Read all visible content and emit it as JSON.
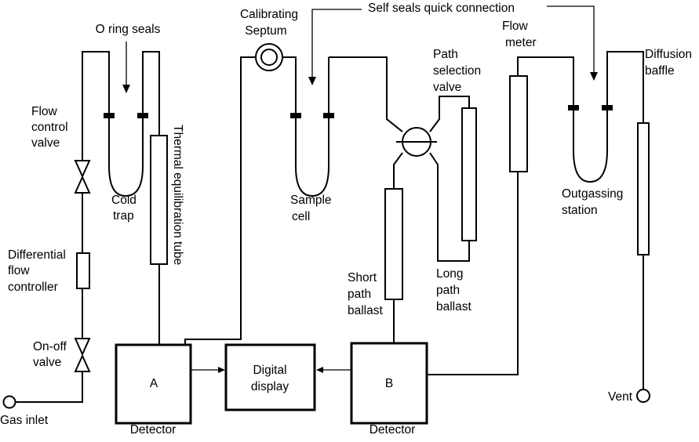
{
  "labels": {
    "o_ring_seals": "O ring seals",
    "flow_control_valve": [
      "Flow",
      "control",
      "valve"
    ],
    "cold_trap": [
      "Cold",
      "trap"
    ],
    "thermal_tube": "Thermal equilibration tube",
    "differential_flow_controller": [
      "Differential",
      "flow",
      "controller"
    ],
    "on_off_valve": [
      "On-off",
      "valve"
    ],
    "gas_inlet": "Gas inlet",
    "calibrating_septum": [
      "Calibrating",
      "Septum"
    ],
    "self_seals": "Self seals quick connection",
    "path_selection_valve": [
      "Path",
      "selection",
      "valve"
    ],
    "sample_cell": [
      "Sample",
      "cell"
    ],
    "flow_meter": [
      "Flow",
      "meter"
    ],
    "diffusion_baffle": [
      "Diffusion",
      "baffle"
    ],
    "outgassing_station": [
      "Outgassing",
      "station"
    ],
    "short_path_ballast": [
      "Short",
      "path",
      "ballast"
    ],
    "long_path_ballast": [
      "Long",
      "path",
      "ballast"
    ],
    "vent": "Vent"
  },
  "boxes": {
    "detector_a": {
      "letter": "A",
      "caption": "Detector"
    },
    "digital_display": [
      "Digital",
      "display"
    ],
    "detector_b": {
      "letter": "B",
      "caption": "Detector"
    }
  }
}
